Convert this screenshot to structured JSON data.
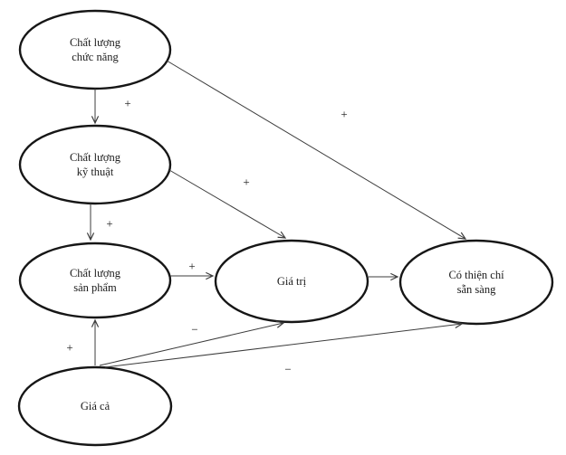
{
  "diagram": {
    "nodes": [
      {
        "id": "functional-quality",
        "label": "Chất lượng\nchức năng"
      },
      {
        "id": "technical-quality",
        "label": "Chất lượng\nkỹ thuật"
      },
      {
        "id": "product-quality",
        "label": "Chất lượng\nsản phẩm"
      },
      {
        "id": "value",
        "label": "Giá trị"
      },
      {
        "id": "willingness",
        "label": "Có thiện chí\nsẵn sàng"
      },
      {
        "id": "price",
        "label": "Giá cả"
      }
    ],
    "edges": [
      {
        "from": "functional-quality",
        "to": "technical-quality",
        "sign": "+"
      },
      {
        "from": "technical-quality",
        "to": "product-quality",
        "sign": "+"
      },
      {
        "from": "functional-quality",
        "to": "willingness",
        "sign": "+"
      },
      {
        "from": "technical-quality",
        "to": "value",
        "sign": "+"
      },
      {
        "from": "product-quality",
        "to": "value",
        "sign": "+"
      },
      {
        "from": "value",
        "to": "willingness",
        "sign": ""
      },
      {
        "from": "price",
        "to": "product-quality",
        "sign": "+"
      },
      {
        "from": "price",
        "to": "value",
        "sign": "−"
      },
      {
        "from": "price",
        "to": "willingness",
        "sign": "−"
      }
    ],
    "colors": {
      "background": "#ffffff",
      "ellipse_stroke": "#161616",
      "arrow_line": "#3c3c3c",
      "text": "#1b1b1b"
    }
  }
}
